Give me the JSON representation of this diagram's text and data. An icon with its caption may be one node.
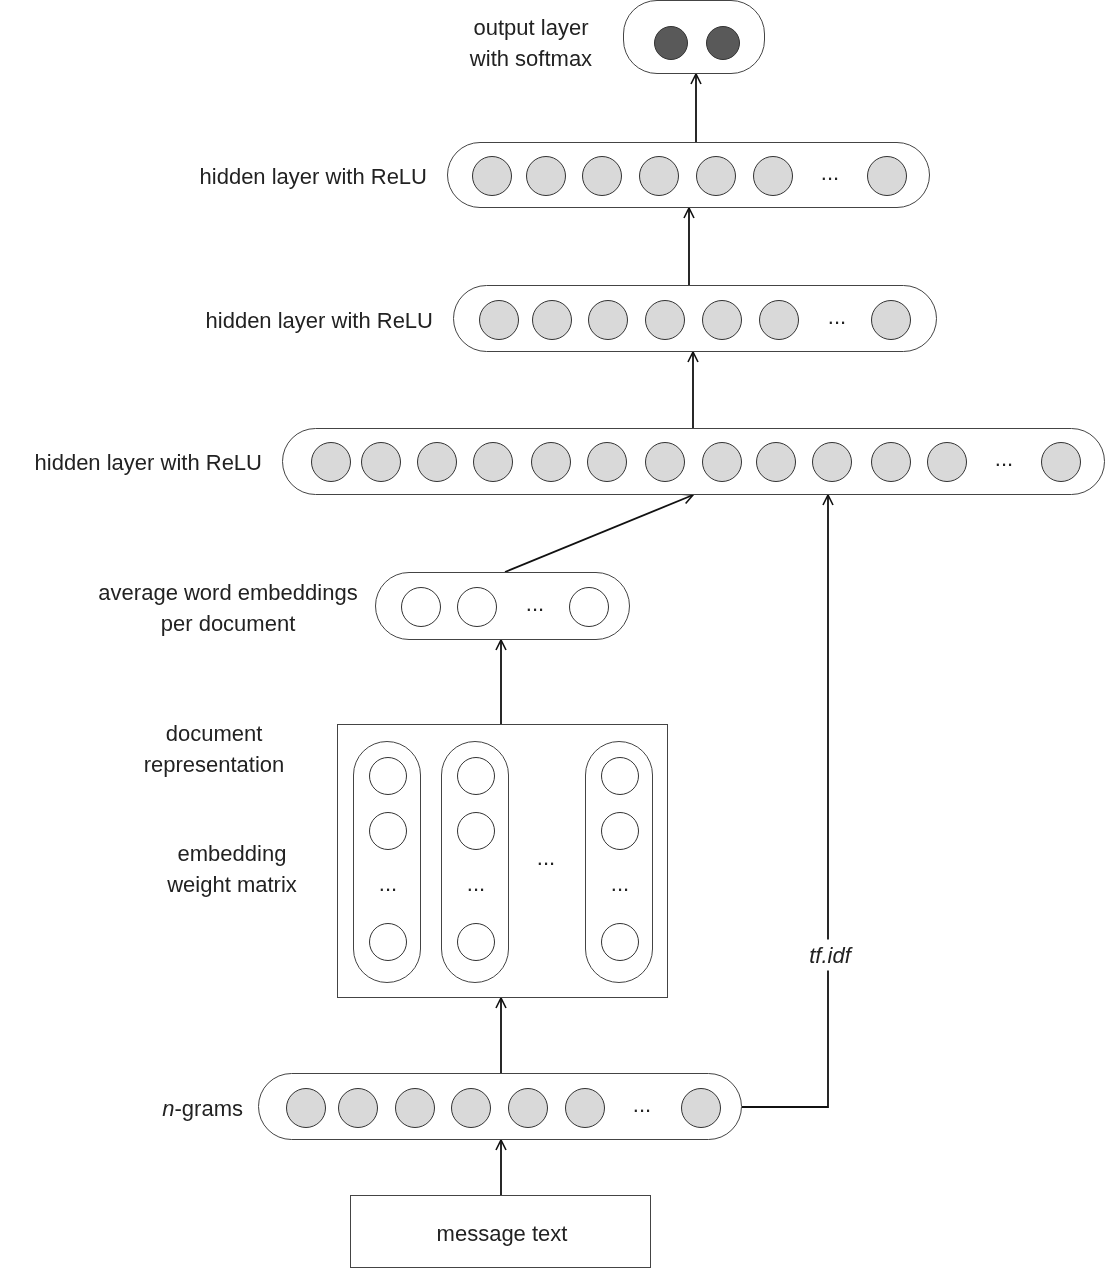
{
  "diagram": {
    "nodes": [
      {
        "text": [
          "output layer with softmax"
        ]
      },
      {
        "text": [],
        "shape": "circle",
        "in": 0
      },
      {
        "text": [],
        "shape": "circle",
        "in": 0
      },
      {
        "text": [
          "hidden layer with ReLU",
          "..."
        ]
      },
      {
        "text": [],
        "shape": "circle",
        "in": 3
      },
      {
        "text": [],
        "shape": "circle",
        "in": 3
      },
      {
        "text": [],
        "shape": "circle",
        "in": 3
      },
      {
        "text": [],
        "shape": "circle",
        "in": 3
      },
      {
        "text": [],
        "shape": "circle",
        "in": 3
      },
      {
        "text": [],
        "shape": "circle",
        "in": 3
      },
      {
        "text": [],
        "shape": "circle",
        "in": 3
      },
      {
        "text": [
          "hidden layer with ReLU",
          "..."
        ]
      },
      {
        "text": [],
        "shape": "circle",
        "in": 11
      },
      {
        "text": [],
        "shape": "circle",
        "in": 11
      },
      {
        "text": [],
        "shape": "circle",
        "in": 11
      },
      {
        "text": [],
        "shape": "circle",
        "in": 11
      },
      {
        "text": [],
        "shape": "circle",
        "in": 11
      },
      {
        "text": [],
        "shape": "circle",
        "in": 11
      },
      {
        "text": [],
        "shape": "circle",
        "in": 11
      },
      {
        "text": [
          "hidden layer with ReLU",
          "..."
        ]
      },
      {
        "text": [],
        "shape": "circle",
        "in": 19
      },
      {
        "text": [],
        "shape": "circle",
        "in": 19
      },
      {
        "text": [],
        "shape": "circle",
        "in": 19
      },
      {
        "text": [],
        "shape": "circle",
        "in": 19
      },
      {
        "text": [],
        "shape": "circle",
        "in": 19
      },
      {
        "text": [],
        "shape": "circle",
        "in": 19
      },
      {
        "text": [],
        "shape": "circle",
        "in": 19
      },
      {
        "text": [],
        "shape": "circle",
        "in": 19
      },
      {
        "text": [],
        "shape": "circle",
        "in": 19
      },
      {
        "text": [],
        "shape": "circle",
        "in": 19
      },
      {
        "text": [],
        "shape": "circle",
        "in": 19
      },
      {
        "text": [],
        "shape": "circle",
        "in": 19
      },
      {
        "text": [],
        "shape": "circle",
        "in": 19
      },
      {
        "text": [
          "average word embeddings per document",
          "..."
        ]
      },
      {
        "text": [],
        "shape": "circle",
        "in": 33
      },
      {
        "text": [],
        "shape": "circle",
        "in": 33
      },
      {
        "text": [],
        "shape": "circle",
        "in": 33
      },
      {
        "text": [
          "document representation",
          "embedding weight matrix",
          "..."
        ]
      },
      {
        "text": [
          "..."
        ],
        "in": 37
      },
      {
        "text": [],
        "shape": "circle",
        "in": 38
      },
      {
        "text": [],
        "shape": "circle",
        "in": 38
      },
      {
        "text": [],
        "shape": "circle",
        "in": 38
      },
      {
        "text": [
          "..."
        ],
        "in": 37
      },
      {
        "text": [],
        "shape": "circle",
        "in": 42
      },
      {
        "text": [],
        "shape": "circle",
        "in": 42
      },
      {
        "text": [],
        "shape": "circle",
        "in": 42
      },
      {
        "text": [
          "..."
        ],
        "in": 37
      },
      {
        "text": [],
        "shape": "circle",
        "in": 46
      },
      {
        "text": [],
        "shape": "circle",
        "in": 46
      },
      {
        "text": [],
        "shape": "circle",
        "in": 46
      },
      {
        "text": [
          "*n*-grams",
          "..."
        ]
      },
      {
        "text": [],
        "shape": "circle",
        "in": 50
      },
      {
        "text": [],
        "shape": "circle",
        "in": 50
      },
      {
        "text": [],
        "shape": "circle",
        "in": 50
      },
      {
        "text": [],
        "shape": "circle",
        "in": 50
      },
      {
        "text": [],
        "shape": "circle",
        "in": 50
      },
      {
        "text": [],
        "shape": "circle",
        "in": 50
      },
      {
        "text": [],
        "shape": "circle",
        "in": 50
      },
      {
        "text": [
          "message text"
        ]
      }
    ],
    "edges": [
      {
        "from": 58,
        "to": 50,
        "arrow": "to"
      },
      {
        "from": 50,
        "to": 37,
        "arrow": "to"
      },
      {
        "from": 37,
        "to": 33,
        "arrow": "to"
      },
      {
        "from": 33,
        "to": 19,
        "arrow": "to"
      },
      {
        "from": 50,
        "to": 19,
        "arrow": "to",
        "label": "tf.idf"
      },
      {
        "from": 19,
        "to": 11,
        "arrow": "to"
      },
      {
        "from": 11,
        "to": 3,
        "arrow": "to"
      },
      {
        "from": 3,
        "to": 0,
        "arrow": "to"
      }
    ]
  }
}
